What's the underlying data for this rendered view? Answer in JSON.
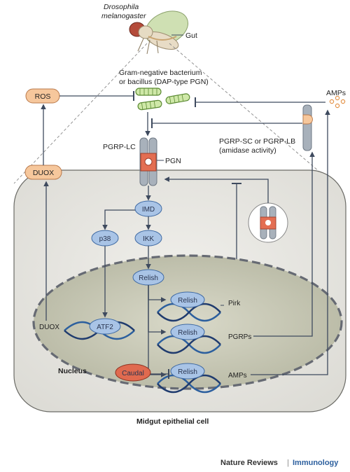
{
  "organism": {
    "name_line1": "Drosophila",
    "name_line2": "melanogaster",
    "gut_label": "Gut"
  },
  "bacterium": {
    "line1": "Gram-negative bacterium",
    "line2": "or bacillus (DAP-type PGN)"
  },
  "outside": {
    "ros": "ROS",
    "duox": "DUOX",
    "amps_extracellular": "AMPs",
    "pgrp_lc": "PGRP-LC",
    "pgn": "PGN",
    "pgrp_sc_lb_line1": "PGRP-SC or PGRP-LB",
    "pgrp_sc_lb_line2": "(amidase activity)"
  },
  "cytoplasm": {
    "imd": "IMD",
    "p38": "p38",
    "ikk": "IKK",
    "relish": "Relish"
  },
  "nucleus": {
    "label": "Nucleus",
    "relish": "Relish",
    "atf2": "ATF2",
    "caudal": "Caudal",
    "duox_gene": "DUOX",
    "pirk_gene": "Pirk",
    "pgrps_gene": "PGRPs",
    "amps_gene": "AMPs"
  },
  "cell_label": "Midgut epithelial cell",
  "footer": {
    "journal": "Nature Reviews",
    "separator": "|",
    "section": "Immunology"
  },
  "colors": {
    "blue_node": "#a9c4e6",
    "orange_node": "#f6c79c",
    "caudal": "#e06a4f",
    "receptor": "#a8b1bb",
    "pgn_core": "#e36e52",
    "cell_fill": "#e7e6e1",
    "nucleus_fill": "#cfcfbe",
    "accent_blue": "#2c5f9e"
  }
}
